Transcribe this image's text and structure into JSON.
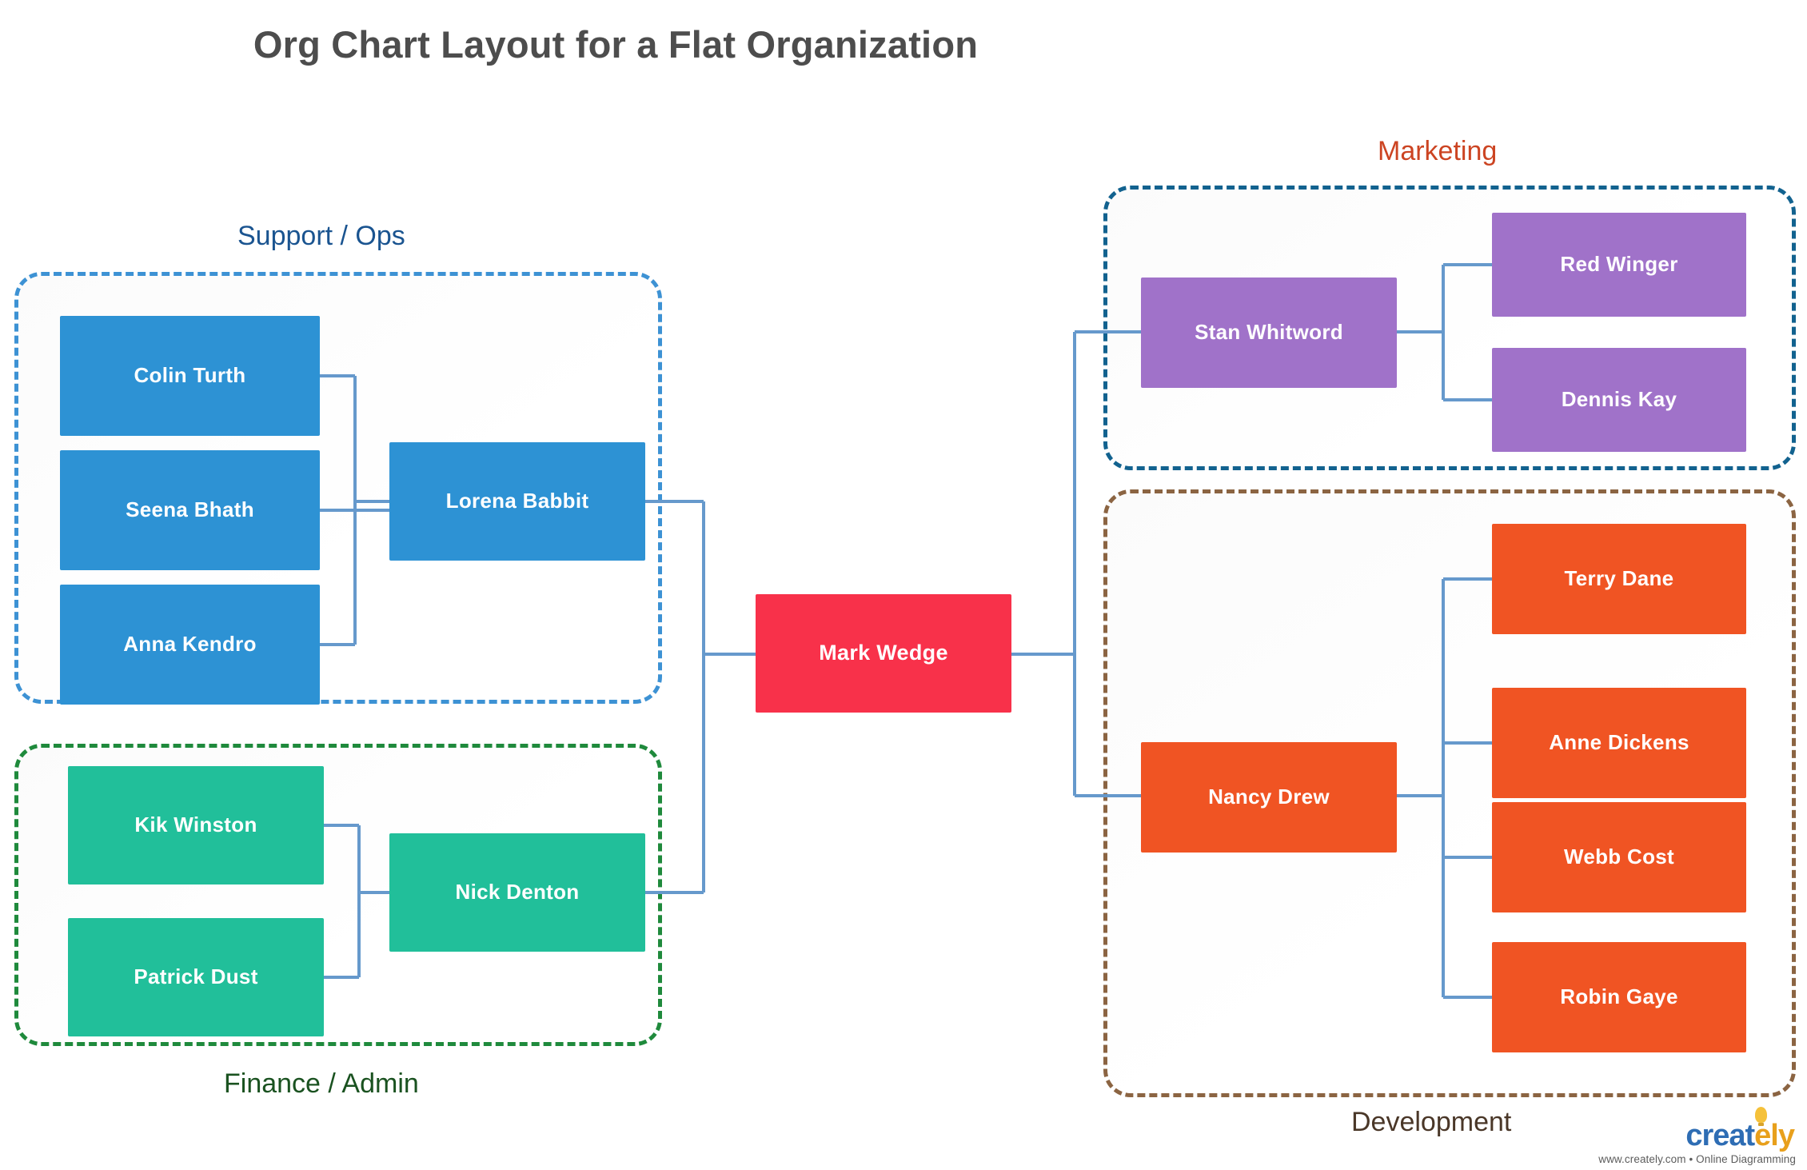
{
  "title": "Org Chart Layout for a Flat Organization",
  "groups": {
    "support": {
      "label": "Support / Ops",
      "border_color": "#3d92d4",
      "label_color": "#1a5490",
      "node_color": "#2d92d4"
    },
    "finance": {
      "label": "Finance / Admin",
      "border_color": "#1f8a3c",
      "label_color": "#1a5220",
      "node_color": "#21bf9a"
    },
    "marketing": {
      "label": "Marketing",
      "border_color": "#12628f",
      "label_color": "#cc4422",
      "node_color": "#a072c9"
    },
    "development": {
      "label": "Development",
      "border_color": "#8b6442",
      "label_color": "#4a3728",
      "node_color": "#f05423"
    }
  },
  "root": {
    "name": "Mark Wedge",
    "color": "#f8314a"
  },
  "nodes": {
    "support": {
      "lead": "Lorena Babbit",
      "members": [
        "Colin Turth",
        "Seena Bhath",
        "Anna Kendro"
      ]
    },
    "finance": {
      "lead": "Nick Denton",
      "members": [
        "Kik Winston",
        "Patrick Dust"
      ]
    },
    "marketing": {
      "lead": "Stan Whitword",
      "members": [
        "Red Winger",
        "Dennis Kay"
      ]
    },
    "development": {
      "lead": "Nancy Drew",
      "members": [
        "Terry Dane",
        "Anne Dickens",
        "Webb Cost",
        "Robin Gaye"
      ]
    }
  },
  "connector_color": "#6699cc",
  "watermark": {
    "logo_primary": "creat",
    "logo_secondary": "ely",
    "tagline": "www.creately.com • Online Diagramming"
  }
}
